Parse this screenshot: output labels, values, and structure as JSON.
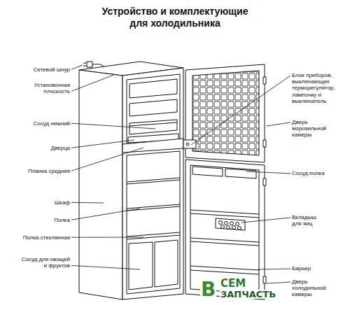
{
  "diagram": {
    "title": "Устройство и комплектующие для холодильника",
    "labels": [
      "Сетевой шнур",
      "Установочная плоскость",
      "Сосуд нижний",
      "Дверца",
      "Планка средняя",
      "Шкаф",
      "Полка",
      "Полка стеклянная",
      "Сосуд для овощей и фруктов",
      "Блок приборов, выключающих терморегулятор, лампочку и выключатель",
      "Дверь морозильной камеры",
      "Сосуд-полка",
      "Вкладыш для яиц",
      "Барьер",
      "Дверь холодильной камеры",
      "В",
      "СЕМ",
      "ЗАПЧАСТЬ"
    ]
  }
}
